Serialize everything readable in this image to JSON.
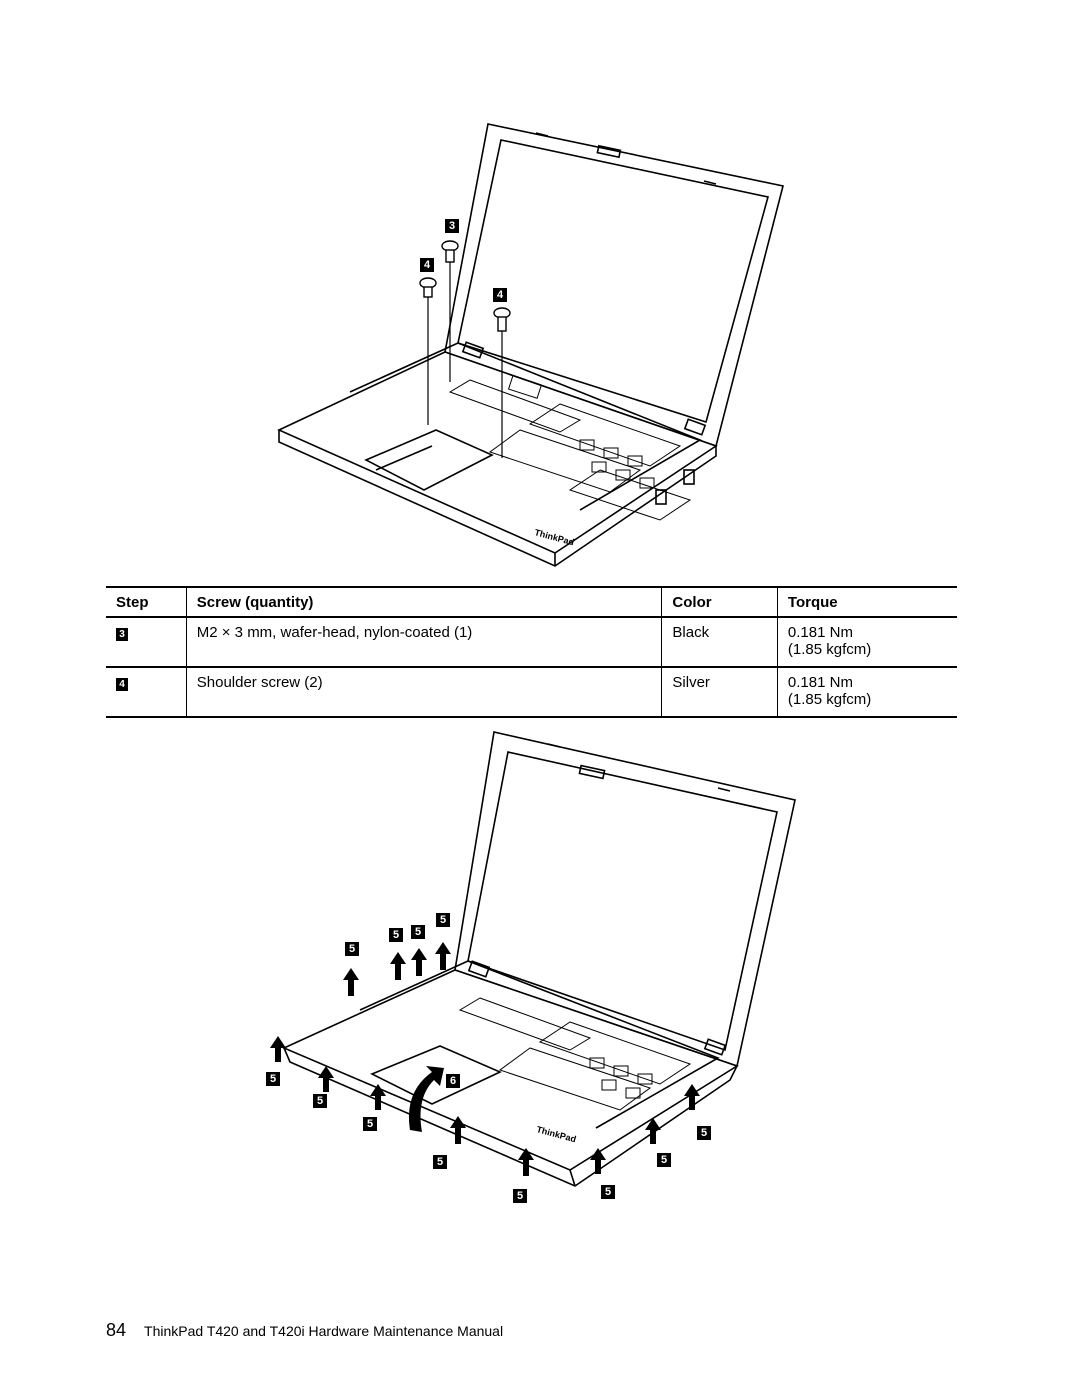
{
  "top_figure": {
    "callouts": [
      {
        "label": "3"
      },
      {
        "label": "4"
      },
      {
        "label": "4"
      }
    ],
    "brand": "ThinkPad"
  },
  "table": {
    "headers": {
      "step": "Step",
      "screw": "Screw (quantity)",
      "color": "Color",
      "torque": "Torque"
    },
    "rows": [
      {
        "step": "3",
        "screw": "M2 × 3 mm, wafer-head, nylon-coated (1)",
        "color": "Black",
        "torque_nm": "0.181 Nm",
        "torque_kgfcm": "(1.85 kgfcm)"
      },
      {
        "step": "4",
        "screw": "Shoulder screw (2)",
        "color": "Silver",
        "torque_nm": "0.181 Nm",
        "torque_kgfcm": "(1.85 kgfcm)"
      }
    ]
  },
  "bottom_figure": {
    "callouts": [
      {
        "label": "5"
      },
      {
        "label": "5"
      },
      {
        "label": "5"
      },
      {
        "label": "5"
      },
      {
        "label": "5"
      },
      {
        "label": "5"
      },
      {
        "label": "5"
      },
      {
        "label": "5"
      },
      {
        "label": "5"
      },
      {
        "label": "5"
      },
      {
        "label": "5"
      },
      {
        "label": "5"
      },
      {
        "label": "6"
      }
    ],
    "brand": "ThinkPad"
  },
  "footer": {
    "page_number": "84",
    "title": "ThinkPad T420 and T420i Hardware Maintenance Manual"
  }
}
